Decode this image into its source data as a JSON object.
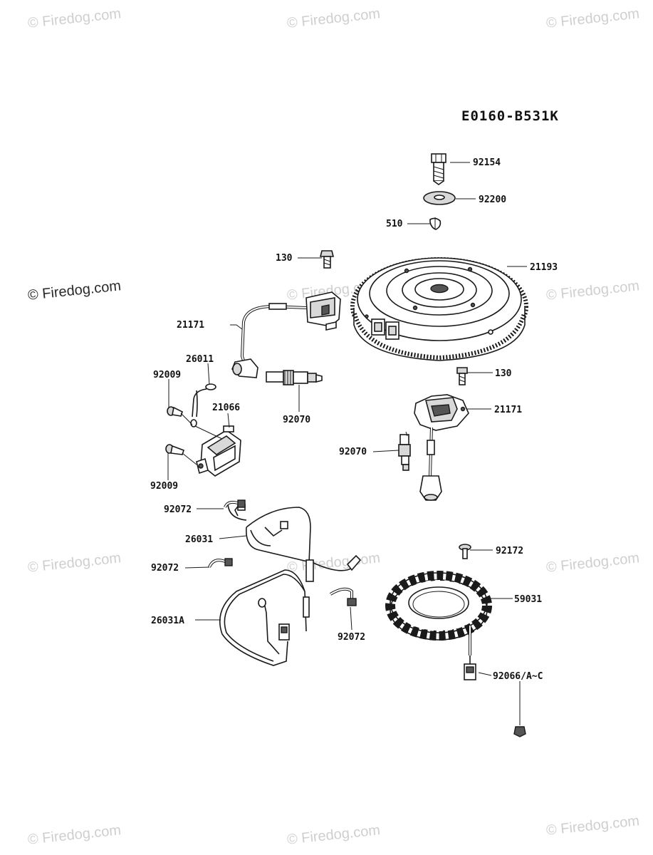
{
  "watermarks": [
    "© Firedog.com",
    "© Firedog.com",
    "© Firedog.com",
    "© Firedog.com",
    "© Firedog.com",
    "© Firedog.com",
    "© Firedog.com",
    "© Firedog.com",
    "© Firedog.com",
    "© Firedog.com",
    "© Firedog.com",
    "© Firedog.com"
  ],
  "diagram_code": "E0160-B531K",
  "labels": {
    "p92154": "92154",
    "p92200": "92200",
    "p510": "510",
    "p130a": "130",
    "p21193": "21193",
    "p21171a": "21171",
    "p26011": "26011",
    "p92009a": "92009",
    "p21066": "21066",
    "p92070a": "92070",
    "p130b": "130",
    "p21171b": "21171",
    "p92009b": "92009",
    "p92070b": "92070",
    "p92072a": "92072",
    "p26031": "26031",
    "p92172": "92172",
    "p92072b": "92072",
    "p59031": "59031",
    "p26031A": "26031A",
    "p92072c": "92072",
    "p92066": "92066/A~C"
  }
}
